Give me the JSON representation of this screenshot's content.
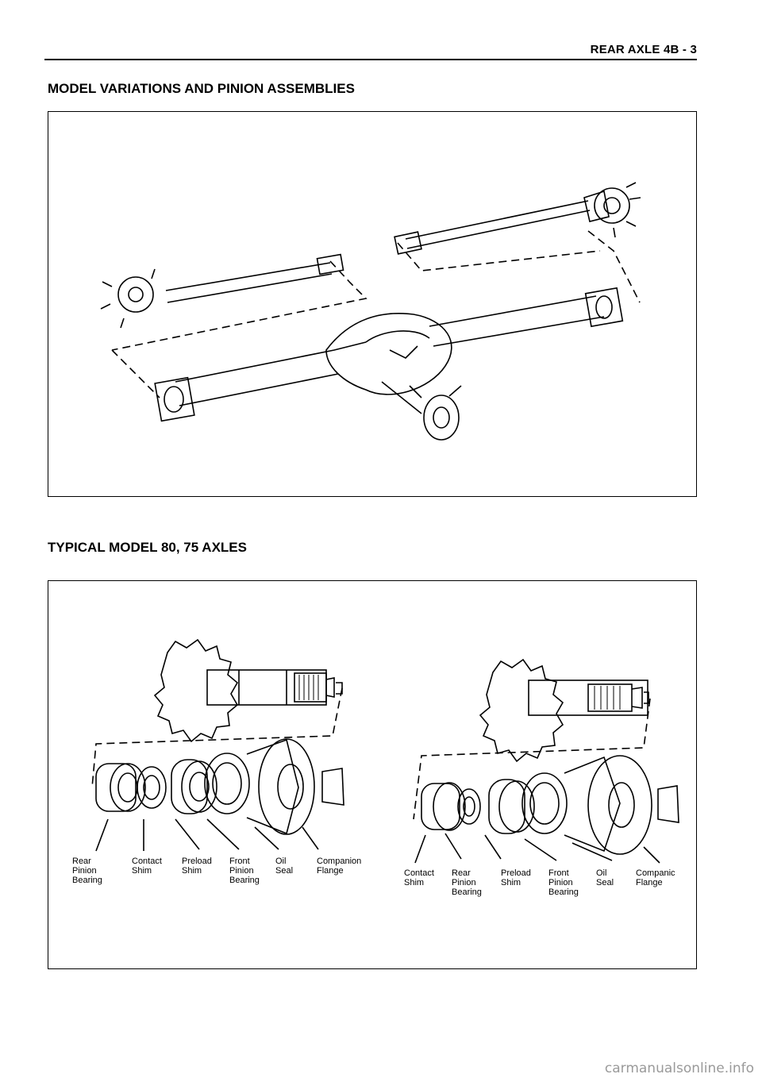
{
  "header": {
    "section": "REAR AXLE 4B - 3"
  },
  "sections": {
    "variations_title": "MODEL VARIATIONS AND PINION ASSEMBLIES",
    "typical_title": "TYPICAL MODEL 80, 75 AXLES"
  },
  "left_assembly": {
    "labels": [
      "Rear\nPinion\nBearing",
      "Contact\nShim",
      "Preload\nShim",
      "Front\nPinion\nBearing",
      "Oil\nSeal",
      "Companion\nFlange"
    ]
  },
  "right_assembly": {
    "labels": [
      "Contact\nShim",
      "Rear\nPinion\nBearing",
      "Preload\nShim",
      "Front\nPinion\nBearing",
      "Oil\nSeal",
      "Companic\nFlange"
    ]
  },
  "watermark": "carmanualsonline.info"
}
